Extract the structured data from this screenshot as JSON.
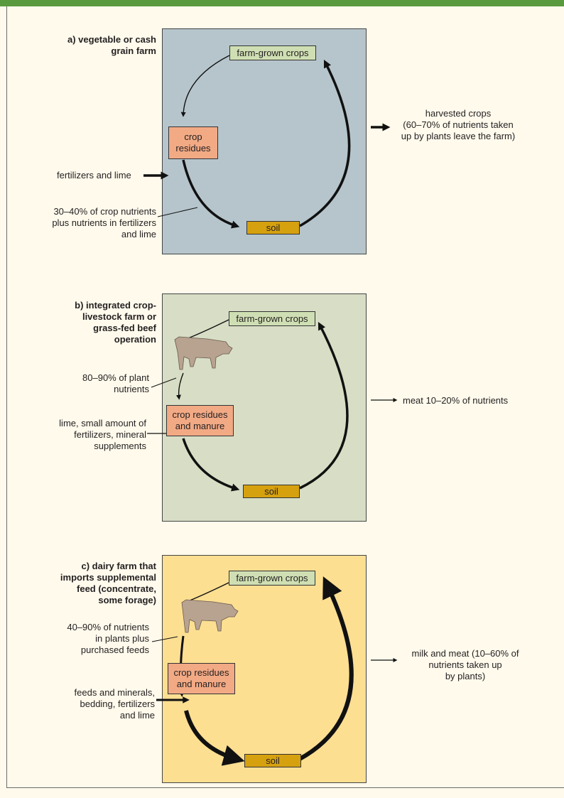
{
  "colors": {
    "top_bar": "#5a9a3e",
    "panel_a_bg": "#b6c5cc",
    "panel_b_bg": "#d7dec5",
    "panel_c_bg": "#fddf92",
    "crops_node": "#cfdfb3",
    "residue_node": "#f2aa85",
    "soil_node": "#d6a10f",
    "cow": "#b8a390"
  },
  "panel_a": {
    "title": "a) vegetable or cash\ngrain farm",
    "crops": "farm-grown crops",
    "residues": "crop\nresidues",
    "soil": "soil",
    "input_label": "fertilizers and lime",
    "return_label": "30–40% of crop nutrients\nplus nutrients in fertilizers\nand lime",
    "output_label": "harvested crops\n(60–70% of nutrients taken\nup by plants leave the farm)"
  },
  "panel_b": {
    "title": "b) integrated crop-\nlivestock farm or\ngrass-fed beef\noperation",
    "crops": "farm-grown crops",
    "residues": "crop residues\nand manure",
    "soil": "soil",
    "animal_label": "80–90% of plant\nnutrients",
    "input_label": "lime, small amount of\nfertilizers, mineral\nsupplements",
    "output_label": "meat 10–20% of nutrients",
    "cow_icon": "cow-icon"
  },
  "panel_c": {
    "title": "c) dairy farm that\nimports supplemental\nfeed (concentrate,\nsome forage)",
    "crops": "farm-grown crops",
    "residues": "crop residues\nand manure",
    "soil": "soil",
    "animal_label": "40–90% of nutrients\nin plants plus\npurchased feeds",
    "input_label": "feeds and minerals,\nbedding, fertilizers\nand lime",
    "output_label": "milk and meat (10–60% of\nnutrients taken up\nby plants)",
    "cow_icon": "cow-icon"
  }
}
